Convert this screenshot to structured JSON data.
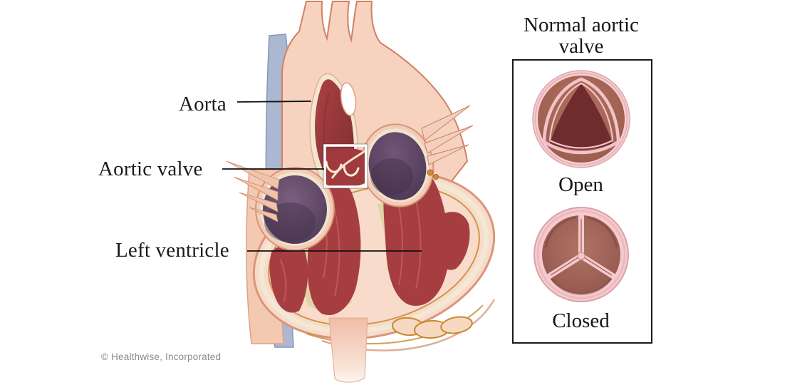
{
  "illustration": {
    "labels": {
      "aorta": "Aorta",
      "aortic_valve": "Aortic valve",
      "left_ventricle": "Left ventricle"
    },
    "credit": "© Healthwise, Incorporated"
  },
  "panel": {
    "title": "Normal aortic valve",
    "states": [
      {
        "label": "Open"
      },
      {
        "label": "Closed"
      }
    ]
  },
  "colors": {
    "flesh_light": "#f8dbcb",
    "flesh_mid": "#f3c9b2",
    "outline_salmon": "#d89578",
    "lumen_red": "#a03a3d",
    "muscle_red": "#a63e41",
    "maroon_dark": "#6f2b2e",
    "cream": "#f1e6d2",
    "atrium_purple": "#5c4566",
    "chordae_khaki": "#ded4a6",
    "coronary_gold": "#c9892f",
    "vein_blue": "#acb8d2",
    "valve_ring_pink": "#f5c9cd",
    "leaflet_brown": "#9d6156",
    "label_text": "#1b1b1b",
    "credit_gray": "#8a8a8a",
    "panel_border": "#1a1a1a"
  }
}
